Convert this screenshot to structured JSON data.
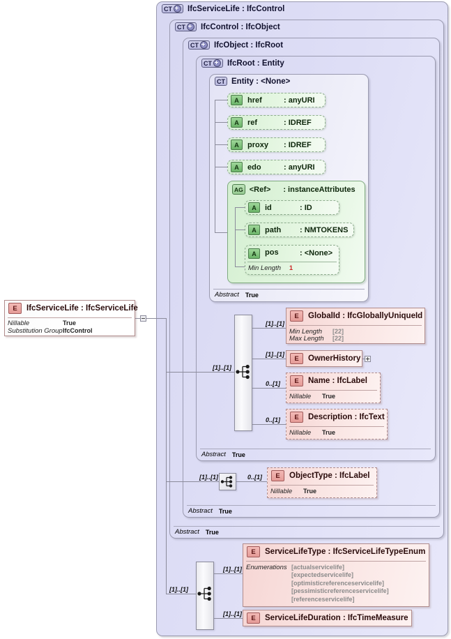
{
  "diagram": {
    "kind": "xml-schema-diagram",
    "root_element": {
      "badge": "E",
      "title": "IfcServiceLife : IfcServiceLife",
      "facets": [
        {
          "key": "Nillable",
          "value": "True"
        },
        {
          "key": "Substitution Group",
          "value": "IfcControl"
        }
      ]
    },
    "complex_types": [
      {
        "badge": "CT",
        "expandable": true,
        "title": "IfcServiceLife : IfcControl"
      },
      {
        "badge": "CT",
        "expandable": true,
        "title": "IfcControl : IfcObject"
      },
      {
        "badge": "CT",
        "expandable": true,
        "title": "IfcObject : IfcRoot"
      },
      {
        "badge": "CT",
        "expandable": true,
        "title": "IfcRoot   : Entity"
      },
      {
        "badge": "CT",
        "expandable": false,
        "title": "Entity    : <None>"
      }
    ],
    "attributes": [
      {
        "badge": "A",
        "name": "href",
        "type": ": anyURI"
      },
      {
        "badge": "A",
        "name": "ref",
        "type": ": IDREF"
      },
      {
        "badge": "A",
        "name": "proxy",
        "type": ": IDREF"
      },
      {
        "badge": "A",
        "name": "edo",
        "type": ": anyURI"
      }
    ],
    "attribute_group": {
      "badge": "AG",
      "title_name": "<Ref>",
      "title_type": ": instanceAttributes",
      "attributes": [
        {
          "badge": "A",
          "name": "id",
          "type": ": ID",
          "facet": null
        },
        {
          "badge": "A",
          "name": "path",
          "type": ": NMTOKENS",
          "facet": null
        },
        {
          "badge": "A",
          "name": "pos",
          "type": ": <None>",
          "facet": {
            "key": "Min Length",
            "value": "1"
          }
        }
      ]
    },
    "elements": [
      {
        "badge": "E",
        "title": "GlobalId : IfcGloballyUniqueId",
        "cardinality": "[1]..[1]",
        "optional": false,
        "facets": [
          {
            "key": "Min Length",
            "value": "[22]"
          },
          {
            "key": "Max Length",
            "value": "[22]"
          }
        ]
      },
      {
        "badge": "E",
        "title": "OwnerHistory",
        "cardinality": "[1]..[1]",
        "optional": false,
        "expander": "+",
        "facets": []
      },
      {
        "badge": "E",
        "title": "Name      : IfcLabel",
        "cardinality": "0..[1]",
        "optional": true,
        "facets": [
          {
            "key": "Nillable",
            "value": "True"
          }
        ]
      },
      {
        "badge": "E",
        "title": "Description : IfcText",
        "cardinality": "0..[1]",
        "optional": true,
        "facets": [
          {
            "key": "Nillable",
            "value": "True"
          }
        ]
      },
      {
        "badge": "E",
        "title": "ObjectType : IfcLabel",
        "cardinality": "0..[1]",
        "optional": true,
        "facets": [
          {
            "key": "Nillable",
            "value": "True"
          }
        ]
      },
      {
        "badge": "E",
        "title": "ServiceLifeType : IfcServiceLifeTypeEnum",
        "cardinality": "[1]..[1]",
        "optional": false,
        "facets": [
          {
            "key": "Enumerations",
            "value": ""
          }
        ],
        "enumerations": [
          "[actualservicelife]",
          "[expectedservicelife]",
          "[optimisticreferenceservicelife]",
          "[pessimisticreferenceservicelife]",
          "[referenceservicelife]"
        ]
      },
      {
        "badge": "E",
        "title": "ServiceLifeDuration : IfcTimeMeasure",
        "cardinality": "[1]..[1]",
        "optional": false,
        "facets": []
      }
    ],
    "compositors": [
      {
        "name": "sequence-root-attributes",
        "incoming_cardinality": "[1]..[1]"
      },
      {
        "name": "sequence-objecttype",
        "incoming_cardinality": "[1]..[1]"
      },
      {
        "name": "sequence-servicelife",
        "incoming_cardinality": "[1]..[1]"
      }
    ],
    "abstract_footers": [
      {
        "key": "Abstract",
        "value": "True"
      },
      {
        "key": "Abstract",
        "value": "True"
      },
      {
        "key": "Abstract",
        "value": "True"
      },
      {
        "key": "Abstract",
        "value": "True"
      }
    ],
    "colors": {
      "container": "#dcdcf5",
      "attribute": "#dff3dc",
      "element": "#fadedc",
      "line": "#8b8b9b",
      "facet_grey": "#8a8a8a",
      "facet_red": "#cc2222"
    }
  }
}
